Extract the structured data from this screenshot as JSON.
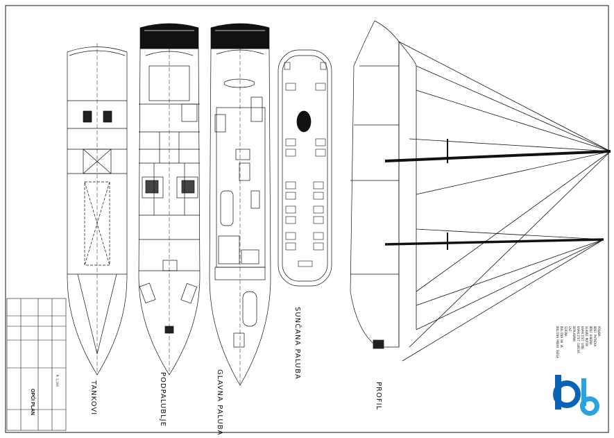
{
  "views": {
    "tank": "TANKOVI",
    "lower": "PODPALUBLJE",
    "main": "GLAVNA PALUBA",
    "sun": "SUNČANA PALUBA",
    "profile": "PROFIL"
  },
  "title_block": {
    "drawing_title": "OPĆI PLAN",
    "scale": "M 1:100",
    "legend_lines": [
      "DULJINA PREKO SVEGA",
      "DULJINA NA VL",
      "ŠIRINA",
      "GAZ",
      "DEPLASMAN",
      "KAPACITET GORIVA",
      "KAPACITET VODE",
      "GLAVNI MOTOR",
      "BROJ KABINA",
      "BROJ PUTNIKA",
      "POSADA"
    ]
  },
  "logo": {
    "color_dark": "#0b63b6",
    "color_light": "#2aa4e0"
  }
}
